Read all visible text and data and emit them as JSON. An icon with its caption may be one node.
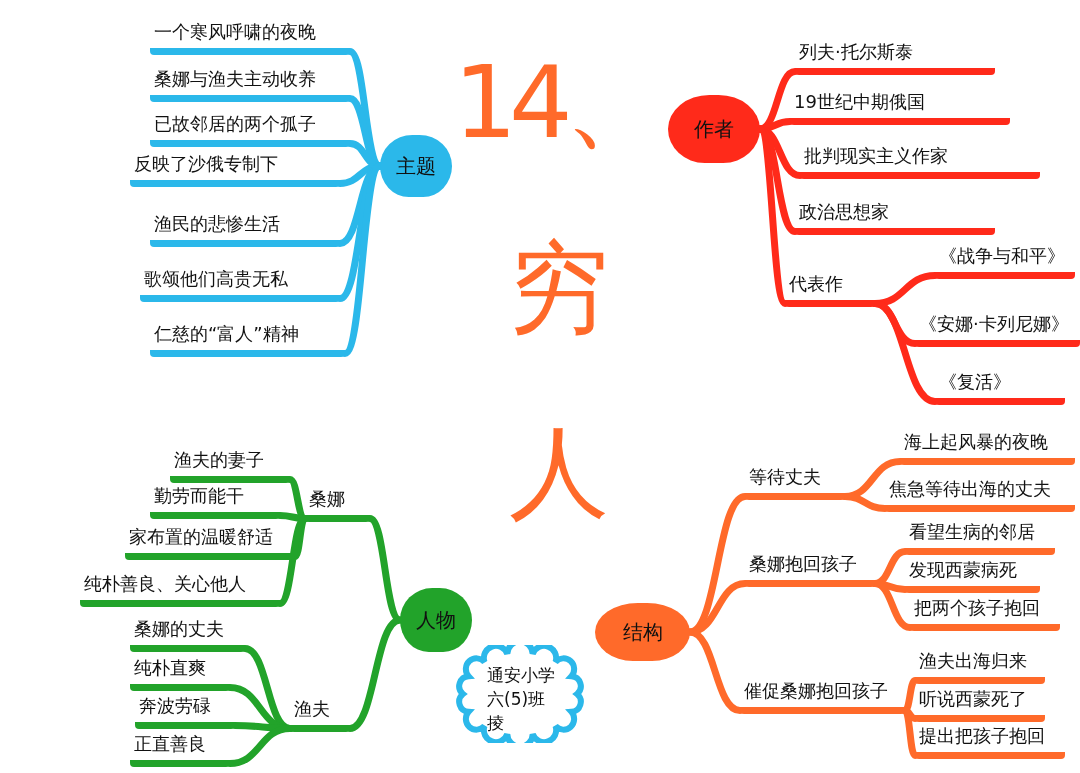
{
  "diagram": {
    "title": "14、穷人",
    "nodes": [
      {
        "text": [
          "主题"
        ]
      },
      {
        "text": [
          "一个寒风呼啸的夜晚"
        ]
      },
      {
        "text": [
          "桑娜与渔夫主动收养"
        ]
      },
      {
        "text": [
          "已故邻居的两个孤子"
        ]
      },
      {
        "text": [
          "反映了沙俄专制下"
        ]
      },
      {
        "text": [
          "渔民的悲惨生活"
        ]
      },
      {
        "text": [
          "歌颂他们高贵无私"
        ]
      },
      {
        "text": [
          "仁慈的“富人”精神"
        ]
      },
      {
        "text": [
          "作者"
        ]
      },
      {
        "text": [
          "列夫·托尔斯泰"
        ]
      },
      {
        "text": [
          "19世纪中期俄国"
        ]
      },
      {
        "text": [
          "批判现实主义作家"
        ]
      },
      {
        "text": [
          "政治思想家"
        ]
      },
      {
        "text": [
          "代表作"
        ]
      },
      {
        "text": [
          "《战争与和平》"
        ]
      },
      {
        "text": [
          "《安娜·卡列尼娜》"
        ]
      },
      {
        "text": [
          "《复活》"
        ]
      },
      {
        "text": [
          "人物"
        ]
      },
      {
        "text": [
          "桑娜"
        ]
      },
      {
        "text": [
          "渔夫的妻子"
        ]
      },
      {
        "text": [
          "勤劳而能干"
        ]
      },
      {
        "text": [
          "家布置的温暖舒适"
        ]
      },
      {
        "text": [
          "纯朴善良、关心他人"
        ]
      },
      {
        "text": [
          "渔夫"
        ]
      },
      {
        "text": [
          "桑娜的丈夫"
        ]
      },
      {
        "text": [
          "纯朴直爽"
        ]
      },
      {
        "text": [
          "奔波劳碌"
        ]
      },
      {
        "text": [
          "正直善良"
        ]
      },
      {
        "text": [
          "结构"
        ]
      },
      {
        "text": [
          "等待丈夫"
        ]
      },
      {
        "text": [
          "海上起风暴的夜晚"
        ]
      },
      {
        "text": [
          "焦急等待出海的丈夫"
        ]
      },
      {
        "text": [
          "桑娜抱回孩子"
        ]
      },
      {
        "text": [
          "看望生病的邻居"
        ]
      },
      {
        "text": [
          "发现西蒙病死"
        ]
      },
      {
        "text": [
          "把两个孩子抱回"
        ]
      },
      {
        "text": [
          "催促桑娜抱回孩子"
        ]
      },
      {
        "text": [
          "渔夫出海归来"
        ]
      },
      {
        "text": [
          "听说西蒙死了"
        ]
      },
      {
        "text": [
          "提出把孩子抱回"
        ]
      },
      {
        "text": [
          "通安小学六(5)班掕"
        ]
      }
    ],
    "edges": [
      {
        "from": 0,
        "to": 1,
        "arrow": "none",
        "color": "#2bb8ea"
      },
      {
        "from": 0,
        "to": 2,
        "arrow": "none",
        "color": "#2bb8ea"
      },
      {
        "from": 0,
        "to": 3,
        "arrow": "none",
        "color": "#2bb8ea"
      },
      {
        "from": 0,
        "to": 4,
        "arrow": "none",
        "color": "#2bb8ea"
      },
      {
        "from": 0,
        "to": 5,
        "arrow": "none",
        "color": "#2bb8ea"
      },
      {
        "from": 0,
        "to": 6,
        "arrow": "none",
        "color": "#2bb8ea"
      },
      {
        "from": 0,
        "to": 7,
        "arrow": "none",
        "color": "#2bb8ea"
      },
      {
        "from": 8,
        "to": 9,
        "arrow": "none",
        "color": "#ff2a1a"
      },
      {
        "from": 8,
        "to": 10,
        "arrow": "none",
        "color": "#ff2a1a"
      },
      {
        "from": 8,
        "to": 11,
        "arrow": "none",
        "color": "#ff2a1a"
      },
      {
        "from": 8,
        "to": 12,
        "arrow": "none",
        "color": "#ff2a1a"
      },
      {
        "from": 8,
        "to": 13,
        "arrow": "none",
        "color": "#ff2a1a"
      },
      {
        "from": 13,
        "to": 14,
        "arrow": "none",
        "color": "#ff2a1a"
      },
      {
        "from": 13,
        "to": 15,
        "arrow": "none",
        "color": "#ff2a1a"
      },
      {
        "from": 13,
        "to": 16,
        "arrow": "none",
        "color": "#ff2a1a"
      },
      {
        "from": 17,
        "to": 18,
        "arrow": "none",
        "color": "#22a32a"
      },
      {
        "from": 17,
        "to": 23,
        "arrow": "none",
        "color": "#22a32a"
      },
      {
        "from": 18,
        "to": 19,
        "arrow": "none",
        "color": "#22a32a"
      },
      {
        "from": 18,
        "to": 20,
        "arrow": "none",
        "color": "#22a32a"
      },
      {
        "from": 18,
        "to": 21,
        "arrow": "none",
        "color": "#22a32a"
      },
      {
        "from": 18,
        "to": 22,
        "arrow": "none",
        "color": "#22a32a"
      },
      {
        "from": 23,
        "to": 24,
        "arrow": "none",
        "color": "#22a32a"
      },
      {
        "from": 23,
        "to": 25,
        "arrow": "none",
        "color": "#22a32a"
      },
      {
        "from": 23,
        "to": 26,
        "arrow": "none",
        "color": "#22a32a"
      },
      {
        "from": 23,
        "to": 27,
        "arrow": "none",
        "color": "#22a32a"
      },
      {
        "from": 28,
        "to": 29,
        "arrow": "none",
        "color": "#ff6a2a"
      },
      {
        "from": 28,
        "to": 32,
        "arrow": "none",
        "color": "#ff6a2a"
      },
      {
        "from": 28,
        "to": 36,
        "arrow": "none",
        "color": "#ff6a2a"
      },
      {
        "from": 29,
        "to": 30,
        "arrow": "none",
        "color": "#ff6a2a"
      },
      {
        "from": 29,
        "to": 31,
        "arrow": "none",
        "color": "#ff6a2a"
      },
      {
        "from": 32,
        "to": 33,
        "arrow": "none",
        "color": "#ff6a2a"
      },
      {
        "from": 32,
        "to": 34,
        "arrow": "none",
        "color": "#ff6a2a"
      },
      {
        "from": 32,
        "to": 35,
        "arrow": "none",
        "color": "#ff6a2a"
      },
      {
        "from": 36,
        "to": 37,
        "arrow": "none",
        "color": "#ff6a2a"
      },
      {
        "from": 36,
        "to": 38,
        "arrow": "none",
        "color": "#ff6a2a"
      },
      {
        "from": 36,
        "to": 39,
        "arrow": "none",
        "color": "#ff6a2a"
      }
    ]
  }
}
